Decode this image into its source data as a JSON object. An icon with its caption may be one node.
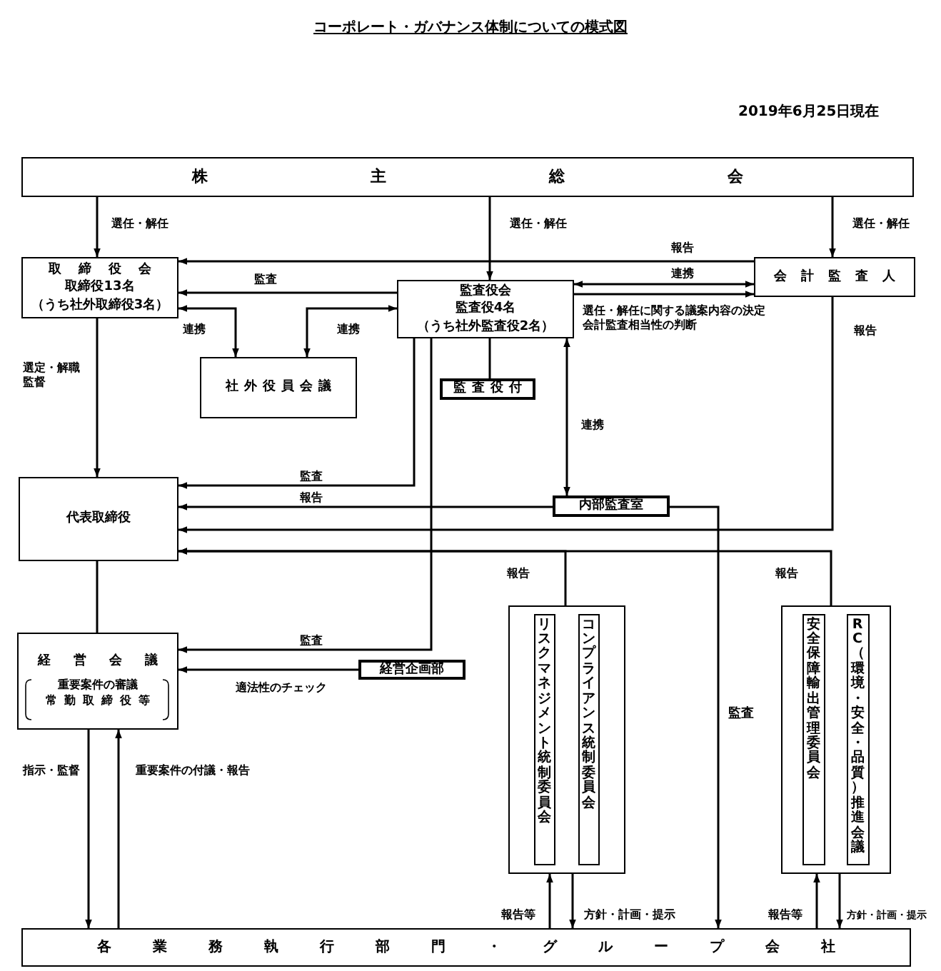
{
  "diagram": {
    "title": "コーポレート・ガバナンス体制についての模式図",
    "nodes": [
      {
        "text": [
          "株主総会"
        ]
      },
      {
        "text": [
          "取締役会",
          "取締役13名",
          "（うち社外取締役3名）"
        ]
      },
      {
        "text": [
          "監査役会",
          "監査役4名",
          "（うち社外監査役2名）"
        ]
      },
      {
        "text": [
          "会計監査人"
        ]
      },
      {
        "text": [
          "社外役員会議"
        ]
      },
      {
        "text": [
          "監査役付"
        ]
      },
      {
        "text": [
          "代表取締役"
        ]
      },
      {
        "text": [
          "内部監査室"
        ]
      },
      {
        "text": [
          "経営会議",
          "重要案件の審議",
          "常勤取締役等"
        ]
      },
      {
        "text": [
          "経営企画部"
        ]
      },
      {
        "text": [],
        "shape": "box"
      },
      {
        "text": [
          "リスクマネジメント統制委員会"
        ],
        "in": 10
      },
      {
        "text": [
          "コンプライアンス統制委員会"
        ],
        "in": 10
      },
      {
        "text": [],
        "shape": "box"
      },
      {
        "text": [
          "安全保障輸出管理委員会"
        ],
        "in": 13
      },
      {
        "text": [
          "RC（環境・安全・品質）推進会議"
        ],
        "in": 13
      },
      {
        "text": [
          "各業務執行部門・グループ会社"
        ]
      }
    ],
    "edges": [
      {
        "from": 0,
        "to": 1,
        "arrow": "to",
        "label": "選任・解任"
      },
      {
        "from": 0,
        "to": 2,
        "arrow": "to",
        "label": "選任・解任"
      },
      {
        "from": 0,
        "to": 3,
        "arrow": "to",
        "label": "選任・解任"
      },
      {
        "from": 3,
        "to": 1,
        "arrow": "to",
        "label": "報告"
      },
      {
        "from": 2,
        "to": 3,
        "arrow": "both",
        "label": "連携"
      },
      {
        "from": 2,
        "to": 3,
        "arrow": "to",
        "label": "選任・解任に関する議案内容の決定会計監査相当性の判断"
      },
      {
        "from": 2,
        "to": 1,
        "arrow": "to",
        "label": "監査"
      },
      {
        "from": 1,
        "to": 4,
        "arrow": "both",
        "label": "連携"
      },
      {
        "from": 4,
        "to": 2,
        "arrow": "both",
        "label": "連携"
      },
      {
        "from": 1,
        "to": 6,
        "arrow": "to",
        "label": "選定・解職監督"
      },
      {
        "from": 2,
        "to": 5,
        "arrow": "none"
      },
      {
        "from": 2,
        "to": 6,
        "arrow": "to",
        "label": "監査"
      },
      {
        "from": 2,
        "to": 7,
        "arrow": "both",
        "label": "連携"
      },
      {
        "from": 7,
        "to": 6,
        "arrow": "to",
        "label": "報告"
      },
      {
        "from": 3,
        "to": 6,
        "arrow": "to",
        "label": "報告"
      },
      {
        "from": 10,
        "to": 6,
        "arrow": "to",
        "label": "報告"
      },
      {
        "from": 13,
        "to": 6,
        "arrow": "to",
        "label": "報告"
      },
      {
        "from": 2,
        "to": 8,
        "arrow": "to",
        "label": "監査"
      },
      {
        "from": 9,
        "to": 8,
        "arrow": "to",
        "label": "適法性のチェック"
      },
      {
        "from": 6,
        "to": 8,
        "arrow": "none"
      },
      {
        "from": 8,
        "to": 16,
        "arrow": "to",
        "label": "指示・監督"
      },
      {
        "from": 16,
        "to": 8,
        "arrow": "to",
        "label": "重要案件の付議・報告"
      },
      {
        "from": 7,
        "to": 16,
        "arrow": "to",
        "label": "監査"
      },
      {
        "from": 16,
        "to": 10,
        "arrow": "to",
        "label": "報告等"
      },
      {
        "from": 10,
        "to": 16,
        "arrow": "to",
        "label": "方針・計画・提示"
      },
      {
        "from": 16,
        "to": 13,
        "arrow": "to",
        "label": "報告等"
      },
      {
        "from": 13,
        "to": 16,
        "arrow": "to",
        "label": "方針・計画・提示"
      }
    ],
    "labels": [
      "2019年6月25日現在"
    ]
  }
}
